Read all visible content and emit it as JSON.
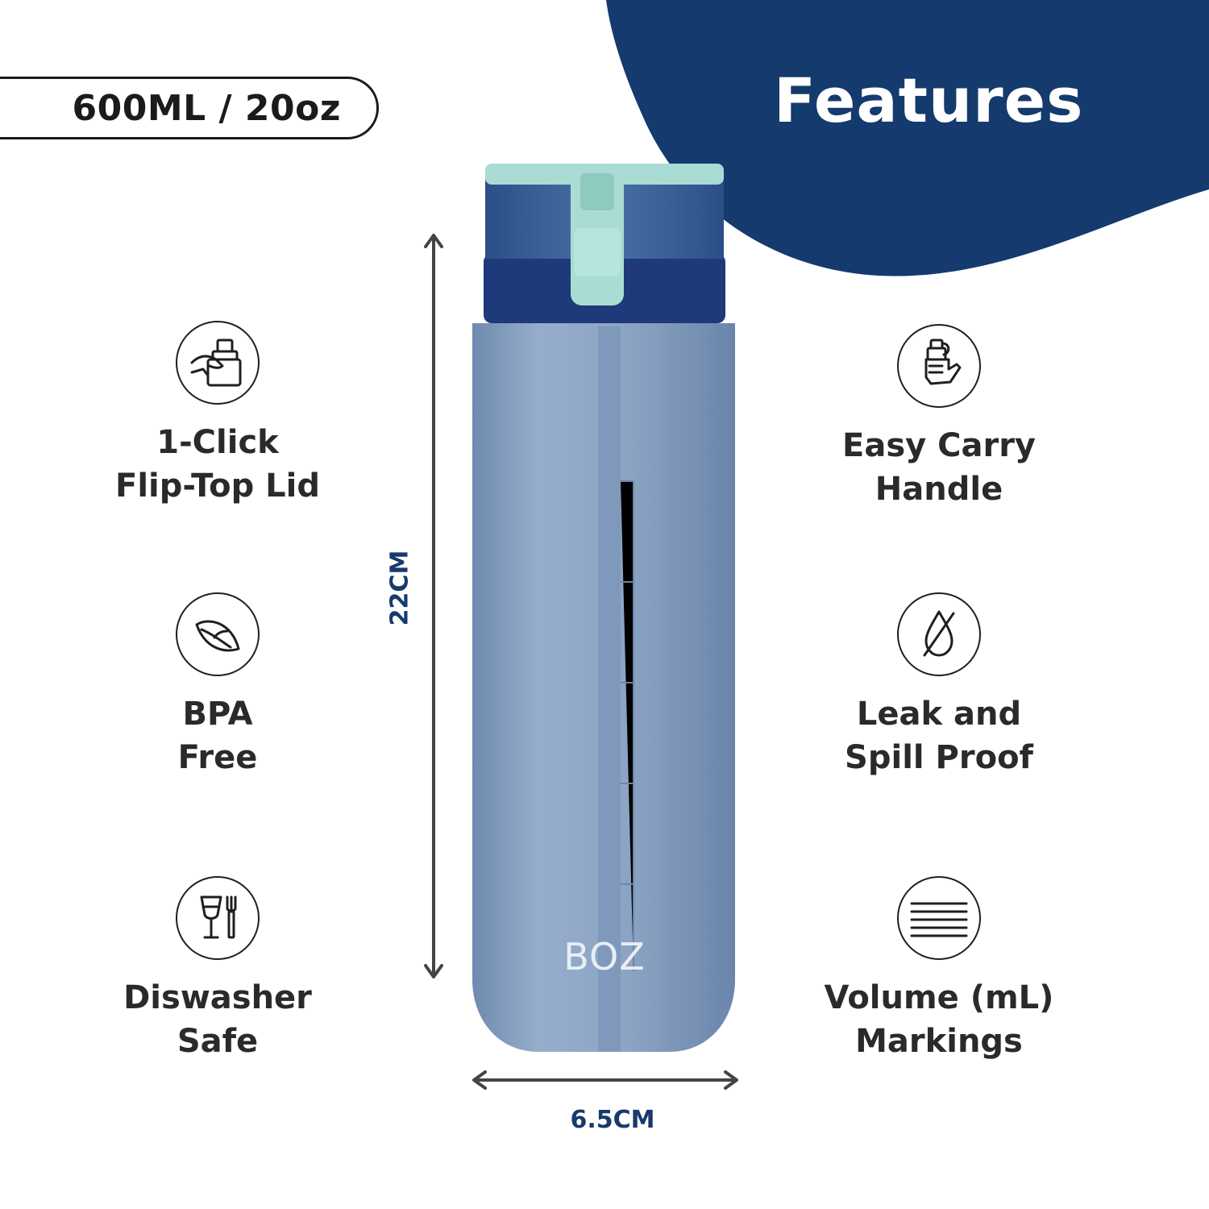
{
  "capacity_label": "600ML / 20oz",
  "features_title": "Features",
  "brand": "BOZ",
  "dimensions": {
    "height": "22CM",
    "width": "6.5CM"
  },
  "features_left": [
    {
      "icon": "flip-top-lid-icon",
      "line1": "1-Click",
      "line2": "Flip-Top Lid"
    },
    {
      "icon": "leaf-icon",
      "line1": "BPA",
      "line2": "Free"
    },
    {
      "icon": "glass-fork-icon",
      "line1": "Diswasher",
      "line2": "Safe"
    }
  ],
  "features_right": [
    {
      "icon": "hand-carry-icon",
      "line1": "Easy Carry",
      "line2": "Handle"
    },
    {
      "icon": "no-drop-icon",
      "line1": "Leak and",
      "line2": "Spill Proof"
    },
    {
      "icon": "volume-lines-icon",
      "line1": "Volume (mL)",
      "line2": "Markings"
    }
  ],
  "colors": {
    "navy": "#143a6e",
    "bottle_body": "#8ea6c4",
    "cap_mint": "#a9dcd4",
    "cap_band": "#1f3a7a"
  }
}
